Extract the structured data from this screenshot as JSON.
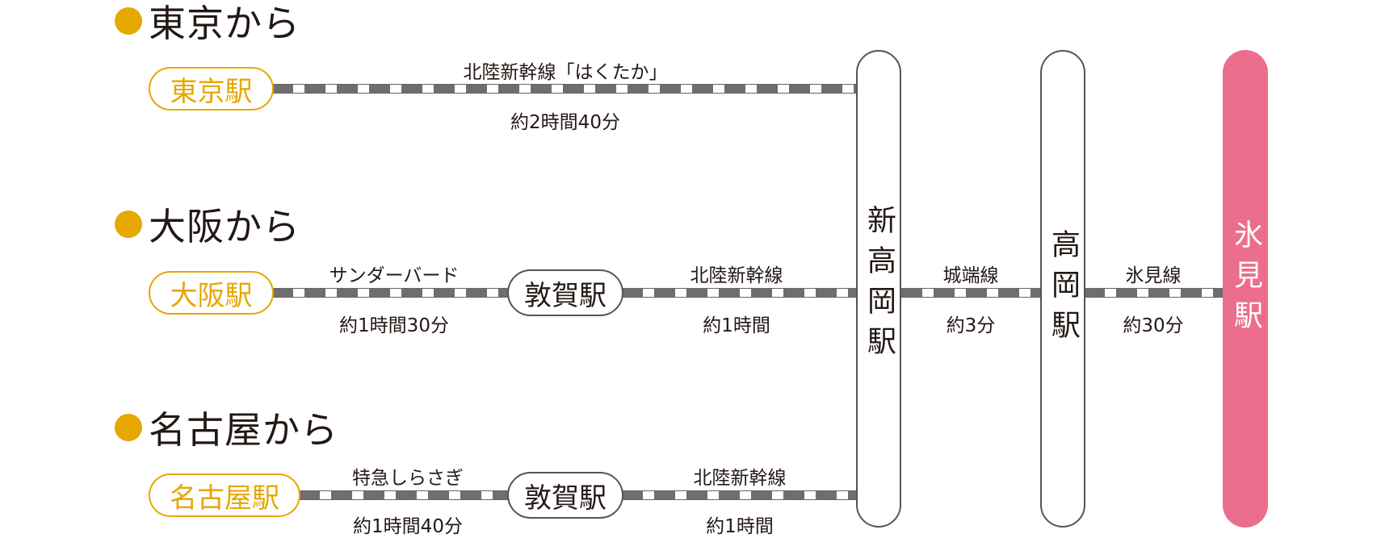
{
  "headers": {
    "tokyo": "東京から",
    "osaka": "大阪から",
    "nagoya": "名古屋から"
  },
  "origins": {
    "tokyo": "東京駅",
    "osaka": "大阪駅",
    "nagoya": "名古屋駅"
  },
  "transfer": "敦賀駅",
  "stations": {
    "shin_takaoka": "新高岡駅",
    "takaoka": "高岡駅",
    "himi": "氷見駅"
  },
  "routes": {
    "tokyo": {
      "line": "北陸新幹線「はくたか」",
      "time": "約2時間40分"
    },
    "osaka_1": {
      "line": "サンダーバード",
      "time": "約1時間30分"
    },
    "osaka_2": {
      "line": "北陸新幹線",
      "time": "約1時間"
    },
    "nagoya_1": {
      "line": "特急しらさぎ",
      "time": "約1時間40分"
    },
    "nagoya_2": {
      "line": "北陸新幹線",
      "time": "約1時間"
    },
    "johana": {
      "line": "城端線",
      "time": "約3分"
    },
    "himi": {
      "line": "氷見線",
      "time": "約30分"
    }
  },
  "colors": {
    "accent_yellow": "#E6A700",
    "destination_pink": "#EB6E8C",
    "track_gray": "#6E6E6E"
  }
}
